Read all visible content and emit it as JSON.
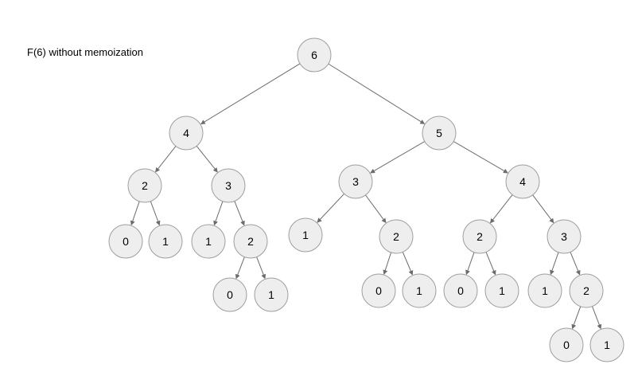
{
  "title": "F(6) without memoization",
  "nodes": [
    {
      "label": "6",
      "parent": null
    },
    {
      "label": "4",
      "parent": 0
    },
    {
      "label": "5",
      "parent": 0
    },
    {
      "label": "2",
      "parent": 1
    },
    {
      "label": "3",
      "parent": 1
    },
    {
      "label": "0",
      "parent": 3
    },
    {
      "label": "1",
      "parent": 3
    },
    {
      "label": "1",
      "parent": 4
    },
    {
      "label": "2",
      "parent": 4
    },
    {
      "label": "0",
      "parent": 8
    },
    {
      "label": "1",
      "parent": 8
    },
    {
      "label": "3",
      "parent": 2
    },
    {
      "label": "4",
      "parent": 2
    },
    {
      "label": "1",
      "parent": 11
    },
    {
      "label": "2",
      "parent": 11
    },
    {
      "label": "0",
      "parent": 14
    },
    {
      "label": "1",
      "parent": 14
    },
    {
      "label": "2",
      "parent": 12
    },
    {
      "label": "3",
      "parent": 12
    },
    {
      "label": "0",
      "parent": 17
    },
    {
      "label": "1",
      "parent": 17
    },
    {
      "label": "1",
      "parent": 18
    },
    {
      "label": "2",
      "parent": 18
    },
    {
      "label": "0",
      "parent": 22
    },
    {
      "label": "1",
      "parent": 22
    }
  ],
  "colors": {
    "node_fill": "#eeeeee",
    "node_stroke": "#9e9e9e",
    "edge": "#6b6b6b"
  }
}
